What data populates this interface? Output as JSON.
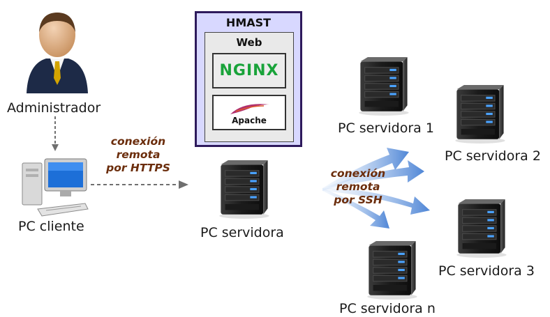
{
  "labels": {
    "admin": "Administrador",
    "client": "PC cliente",
    "server": "PC servidora",
    "server1": "PC servidora 1",
    "server2": "PC servidora 2",
    "server3": "PC servidora 3",
    "servern": "PC servidora n"
  },
  "hmast": {
    "title": "HMAST",
    "web": "Web",
    "nginx": "NGINX",
    "apache": "Apache"
  },
  "links": {
    "https": [
      "conexión",
      "remota",
      "por HTTPS"
    ],
    "ssh": [
      "conexión",
      "remota",
      "por SSH"
    ]
  },
  "colors": {
    "hmast_border": "#2e1a5c",
    "hmast_fill": "#d8d8ff",
    "nginx_green": "#19a33a",
    "link_text": "#6b2d0c",
    "ssh_arrows": "#5f90d8"
  },
  "icons": [
    "user-icon",
    "desktop-pc-icon",
    "server-icon",
    "apache-feather-icon"
  ]
}
